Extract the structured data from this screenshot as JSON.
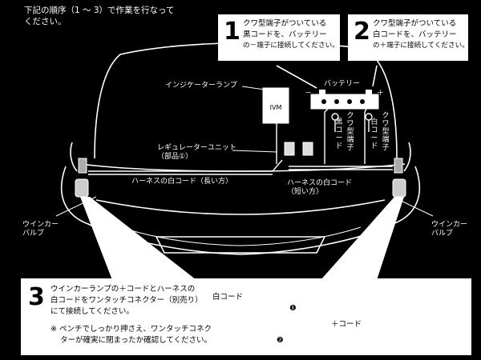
{
  "intro": {
    "line1": "下記の順序（1 ～ 3）で作業を行なって",
    "line2": "ください。"
  },
  "step1": {
    "number": "1",
    "line1": "クワ型端子がついている",
    "line2": "黒コードを、バッテリー",
    "line3": "の－端子に接続してください。"
  },
  "step2": {
    "number": "2",
    "line1": "クワ型端子がついている",
    "line2": "白コードを、バッテリー",
    "line3": "の＋端子に接続してください。"
  },
  "step3": {
    "number": "3",
    "line1": "ウインカーランプの＋コードとハーネスの",
    "line2": "白コードをワンタッチコネクター（別売り）",
    "line3": "にて接続してください。",
    "note1": "※ ペンチでしっかり押さえ、ワンタッチコネク",
    "note2": "ターが確実に閉まったか確認してください。"
  },
  "labels": {
    "indicator_lamp": "インジケーターランプ",
    "battery": "バッテリー",
    "minus": "－",
    "plus": "＋",
    "regulator_line1": "レギュレーターユニット",
    "regulator_line2": "（部品①）",
    "kuwa_black": "クワ型端子",
    "black_cord": "黒コード",
    "kuwa_white": "クワ型端子",
    "white_cord": "白コード",
    "harness_long": "ハーネスの白コード（長い方）",
    "harness_short_line1": "ハーネスの白コード",
    "harness_short_line2": "（短い方）",
    "winker_left_line1": "ウインカー",
    "winker_left_line2": "バルブ",
    "winker_right_line1": "ウインカー",
    "winker_right_line2": "バルブ",
    "detail_white_cord": "白コード",
    "detail_plus_cord": "＋コード",
    "detail_step1": "❶",
    "detail_step2": "❷",
    "unit_mark": "IVM"
  }
}
